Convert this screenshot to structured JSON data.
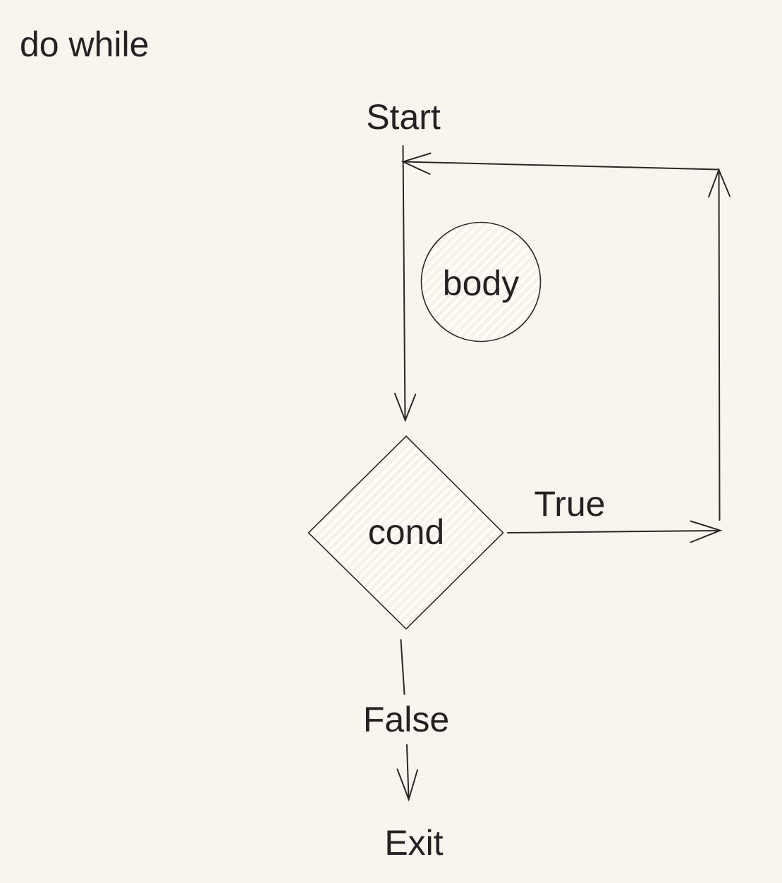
{
  "page": {
    "title": "do while"
  },
  "flowchart": {
    "type": "flowchart",
    "description": "do-while loop control flow",
    "nodes": {
      "start": {
        "label": "Start"
      },
      "body": {
        "label": "body",
        "shape": "circle"
      },
      "cond": {
        "label": "cond",
        "shape": "diamond"
      },
      "exit": {
        "label": "Exit"
      }
    },
    "edges": {
      "start_to_cond": {
        "from": "Start",
        "to": "cond",
        "label": ""
      },
      "true_branch": {
        "from": "cond",
        "to": "Start",
        "label": "True"
      },
      "false_branch": {
        "from": "cond",
        "to": "Exit",
        "label": "False"
      }
    }
  },
  "colors": {
    "background": "#FAF4EE",
    "line": "#2B2727",
    "text": "#252122",
    "shape_fill_base": "#FAF1EA",
    "hatch_stripe": "#FFFEFB"
  }
}
